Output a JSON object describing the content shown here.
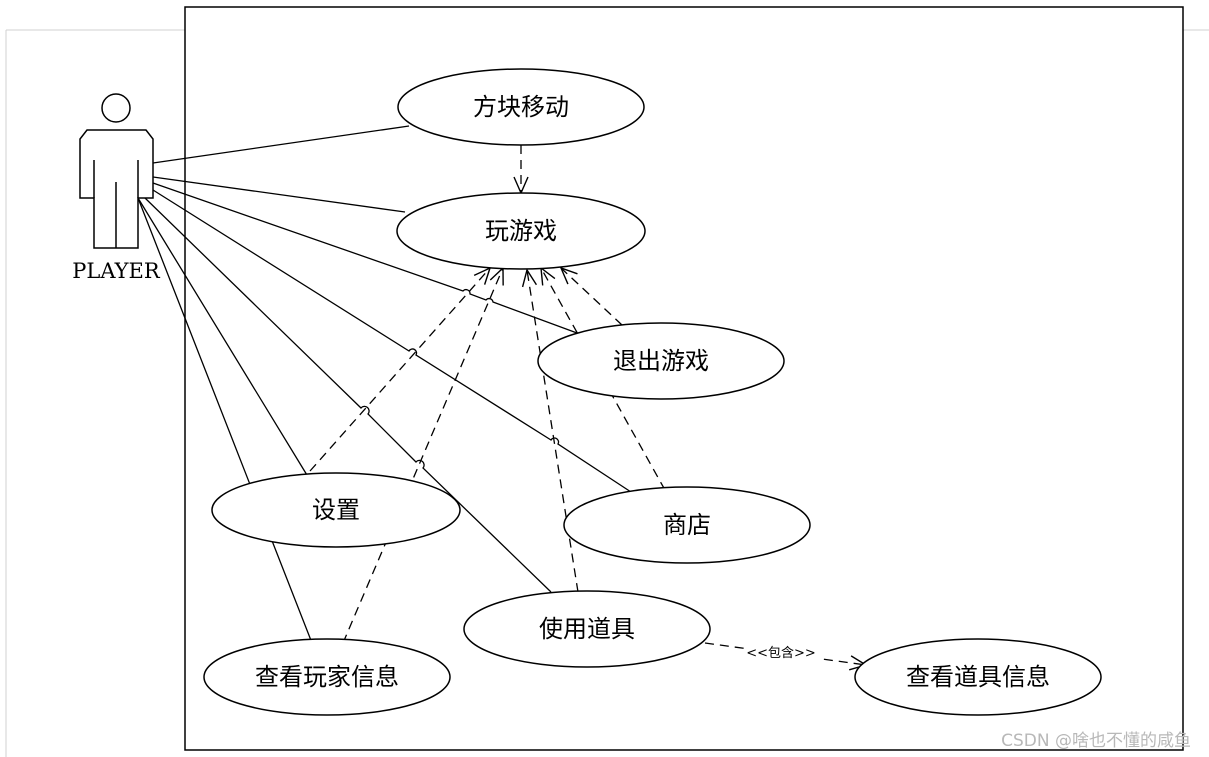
{
  "actor": {
    "name": "PLAYER"
  },
  "use_cases": {
    "move_blocks": "方块移动",
    "play_game": "玩游戏",
    "quit_game": "退出游戏",
    "settings": "设置",
    "shop": "商店",
    "use_item": "使用道具",
    "view_player_info": "查看玩家信息",
    "view_item_info": "查看道具信息"
  },
  "relations": {
    "include_label": "<<包含>>"
  },
  "watermark": "CSDN @啥也不懂的咸鱼"
}
